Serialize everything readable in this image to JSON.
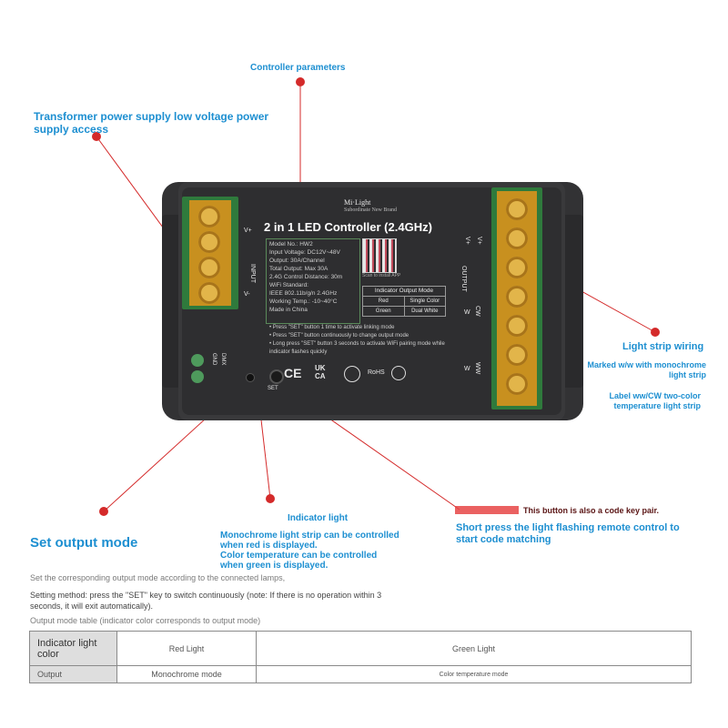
{
  "callouts": {
    "controller_parameters": "Controller parameters",
    "transformer_supply": "Transformer power supply low voltage power supply access",
    "light_strip_wiring": "Light strip wiring",
    "marked_ww": "Marked w/w with monochrome light strip",
    "label_wwcw": "Label ww/CW two-color temperature light strip",
    "indicator_light": "Indicator light",
    "indicator_desc_1": "Monochrome light strip can be controlled when red is displayed.",
    "indicator_desc_2": "Color temperature can be controlled when green is displayed.",
    "code_key_pair": "This button is also a code key pair.",
    "short_press": "Short press the light flashing remote control to start code matching"
  },
  "section": {
    "title": "Set output mode",
    "line1": "Set the corresponding output mode according to the connected lamps,",
    "line2": "Setting method: press the \"SET\" key to switch continuously (note: If there is no operation within 3 seconds, it will exit automatically).",
    "table_caption": "Output mode table (indicator color corresponds to output mode)"
  },
  "mode_table": {
    "header_label": "Indicator light color",
    "row_label": "Output",
    "columns": [
      {
        "color": "Red Light",
        "mode": "Monochrome mode"
      },
      {
        "color": "Green Light",
        "mode": "Color temperature mode"
      }
    ]
  },
  "device": {
    "brand": "Mi·Light",
    "brand_sub": "Subordinate New Brand",
    "title": "2 in 1 LED Controller (2.4GHz)",
    "specs": [
      "Model No.: HW2",
      "Input Voltage: DC12V~48V",
      "Output: 30A/Channel",
      "Total Output: Max 30A",
      "2.4G Control Distance: 30m",
      "WiFi Standard:",
      "IEEE 802.11b/g/n 2.4GHz",
      "Working Temp.: -10~40°C",
      "Made in China"
    ],
    "qr_caption": "Scan to install APP",
    "indicator_table": {
      "title": "Indicator Output Mode",
      "rows": [
        [
          "Red",
          "Single Color"
        ],
        [
          "Green",
          "Dual White"
        ]
      ]
    },
    "instructions": [
      "Press \"SET\" button 1 time to activate linking mode",
      "Press \"SET\" button continuously to change output mode",
      "Long press \"SET\" button 3 seconds to activate WiFi pairing mode while indicator flashes quickly"
    ],
    "set_label": "SET",
    "input_label": "INPUT",
    "output_label": "OUTPUT",
    "input_terminals": [
      "V+",
      "V-"
    ],
    "output_terminals": [
      "V+",
      "V+",
      "W",
      "CW",
      "W",
      "WW"
    ],
    "cert_marks": [
      "CE",
      "UK CA",
      "RoHS"
    ],
    "small_labels": [
      "GND",
      "DMX"
    ]
  },
  "colors": {
    "callout_blue": "#1d8fd1",
    "marker_red": "#d42a2a",
    "device_body": "#2e2e30",
    "terminal_gold": "#d19a2a",
    "terminal_green": "#2f7a3c"
  }
}
